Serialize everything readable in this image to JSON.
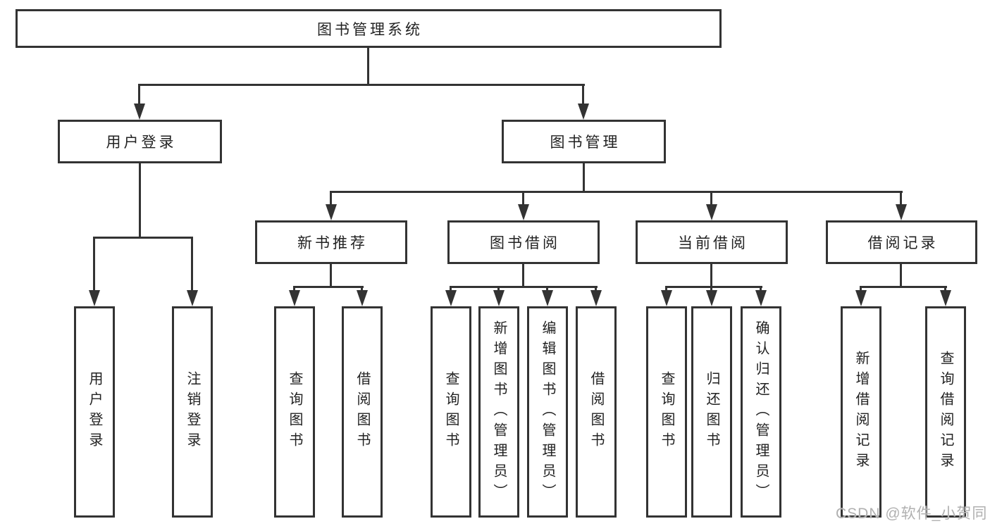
{
  "tree": {
    "label": "图书管理系统",
    "children": [
      {
        "label": "用户登录",
        "children": [
          {
            "label": "用户登录"
          },
          {
            "label": "注销登录"
          }
        ]
      },
      {
        "label": "图书管理",
        "children": [
          {
            "label": "新书推荐",
            "children": [
              {
                "label": "查询图书"
              },
              {
                "label": "借阅图书"
              }
            ]
          },
          {
            "label": "图书借阅",
            "children": [
              {
                "label": "查询图书"
              },
              {
                "label": "新增图书（管理员）"
              },
              {
                "label": "编辑图书（管理员）"
              },
              {
                "label": "借阅图书"
              }
            ]
          },
          {
            "label": "当前借阅",
            "children": [
              {
                "label": "查询图书"
              },
              {
                "label": "归还图书"
              },
              {
                "label": "确认归还（管理员）"
              }
            ]
          },
          {
            "label": "借阅记录",
            "children": [
              {
                "label": "新增借阅记录"
              },
              {
                "label": "查询借阅记录"
              }
            ]
          }
        ]
      }
    ]
  },
  "watermark": "CSDN @软件_小贺同学",
  "colors": {
    "line": "#333333",
    "text": "#222222",
    "box_background": "#ffffff",
    "watermark": "#b0b0b0"
  }
}
